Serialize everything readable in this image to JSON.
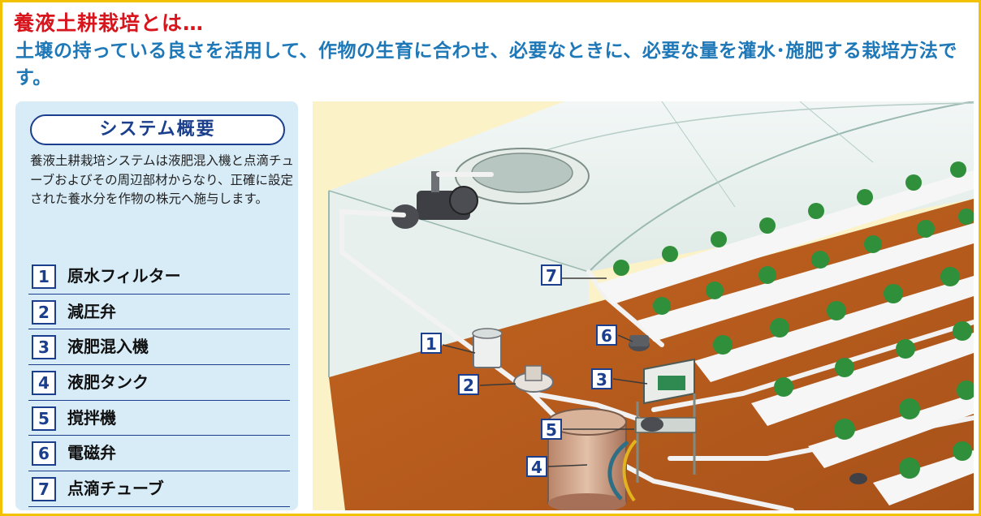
{
  "title": "養液土耕栽培とは…",
  "intro": "土壌の持っている良さを活用して、作物の生育に合わせ、必要なときに、必要な量を灌水･施肥する栽培方法です。",
  "system": {
    "heading": "システム概要",
    "description": "養液土耕栽培システムは液肥混入機と点滴チューブおよびその周辺部材からなり、正確に設定された養水分を作物の株元へ施与します。",
    "items": [
      {
        "num": "1",
        "label": "原水フィルター"
      },
      {
        "num": "2",
        "label": "減圧弁"
      },
      {
        "num": "3",
        "label": "液肥混入機"
      },
      {
        "num": "4",
        "label": "液肥タンク"
      },
      {
        "num": "5",
        "label": "撹拌機"
      },
      {
        "num": "6",
        "label": "電磁弁"
      },
      {
        "num": "7",
        "label": "点滴チューブ"
      }
    ]
  },
  "colors": {
    "title": "#d8141c",
    "intro": "#1e78b8",
    "accent": "#1b3f8c",
    "panel": "#d8ecf8",
    "soil": "#c9691f",
    "border": "#f2c200"
  }
}
